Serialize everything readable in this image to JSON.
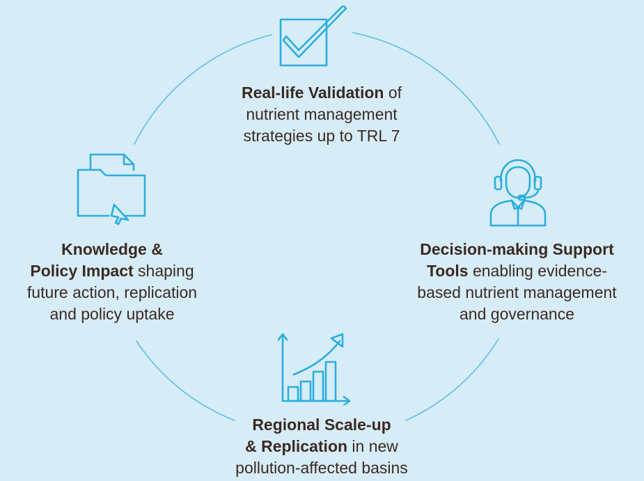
{
  "colors": {
    "background": "#d6ecf7",
    "accent": "#2aaedd",
    "text": "#3b2a22"
  },
  "steps": {
    "top": {
      "icon": "checkbox-check-icon",
      "title": "Real-life Validation",
      "after_title": " of",
      "line2": "nutrient management",
      "line3": "strategies up to TRL 7"
    },
    "right": {
      "icon": "headset-support-icon",
      "title": "Decision-making Support",
      "title2": "Tools",
      "after_title2": " enabling evidence-",
      "line3": "based nutrient management",
      "line4": "and governance"
    },
    "bottom": {
      "icon": "growth-chart-icon",
      "title": "Regional Scale-up",
      "title2": "& Replication",
      "after_title2": " in new",
      "line3": "pollution-affected basins"
    },
    "left": {
      "icon": "folder-cursor-icon",
      "title": "Knowledge &",
      "title2": "Policy Impact",
      "after_title2": " shaping",
      "line3": "future action, replication",
      "line4": "and policy uptake"
    }
  }
}
